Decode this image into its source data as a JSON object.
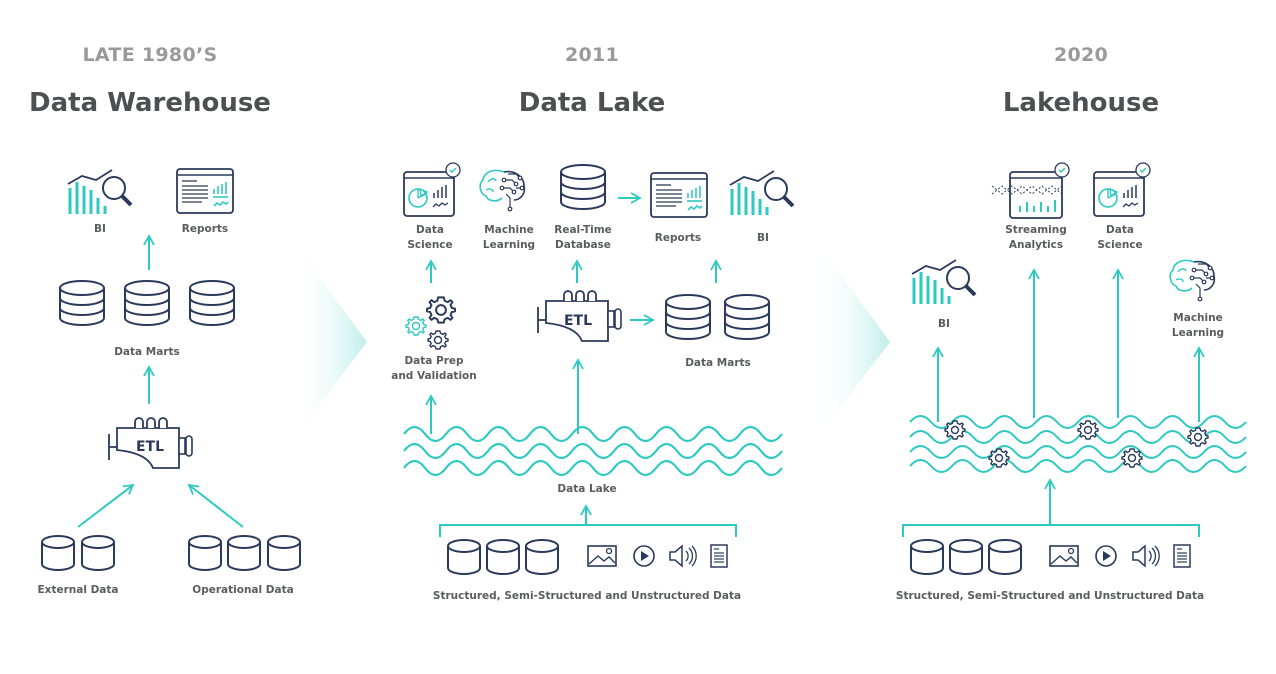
{
  "colors": {
    "teal": "#2ec9c1",
    "navy": "#2b3a5c",
    "title": "#4e4f53",
    "era": "#9a9a9a",
    "label": "#5b5c60"
  },
  "columns": [
    {
      "era": "LATE 1980’S",
      "title": "Data Warehouse",
      "labels": {
        "bi": "BI",
        "reports": "Reports",
        "data_marts": "Data Marts",
        "etl": "ETL",
        "external": "External Data",
        "operational": "Operational Data"
      }
    },
    {
      "era": "2011",
      "title": "Data Lake",
      "labels": {
        "data_science_1": "Data",
        "data_science_2": "Science",
        "ml_1": "Machine",
        "ml_2": "Learning",
        "rtdb_1": "Real-Time",
        "rtdb_2": "Database",
        "reports": "Reports",
        "bi": "BI",
        "prep_1": "Data Prep",
        "prep_2": "and Validation",
        "etl": "ETL",
        "data_marts": "Data Marts",
        "data_lake": "Data Lake",
        "sources": "Structured, Semi-Structured and Unstructured Data"
      }
    },
    {
      "era": "2020",
      "title": "Lakehouse",
      "labels": {
        "streaming_1": "Streaming",
        "streaming_2": "Analytics",
        "ds_1": "Data",
        "ds_2": "Science",
        "bi": "BI",
        "ml_1": "Machine",
        "ml_2": "Learning",
        "sources": "Structured, Semi-Structured and Unstructured Data"
      }
    }
  ]
}
